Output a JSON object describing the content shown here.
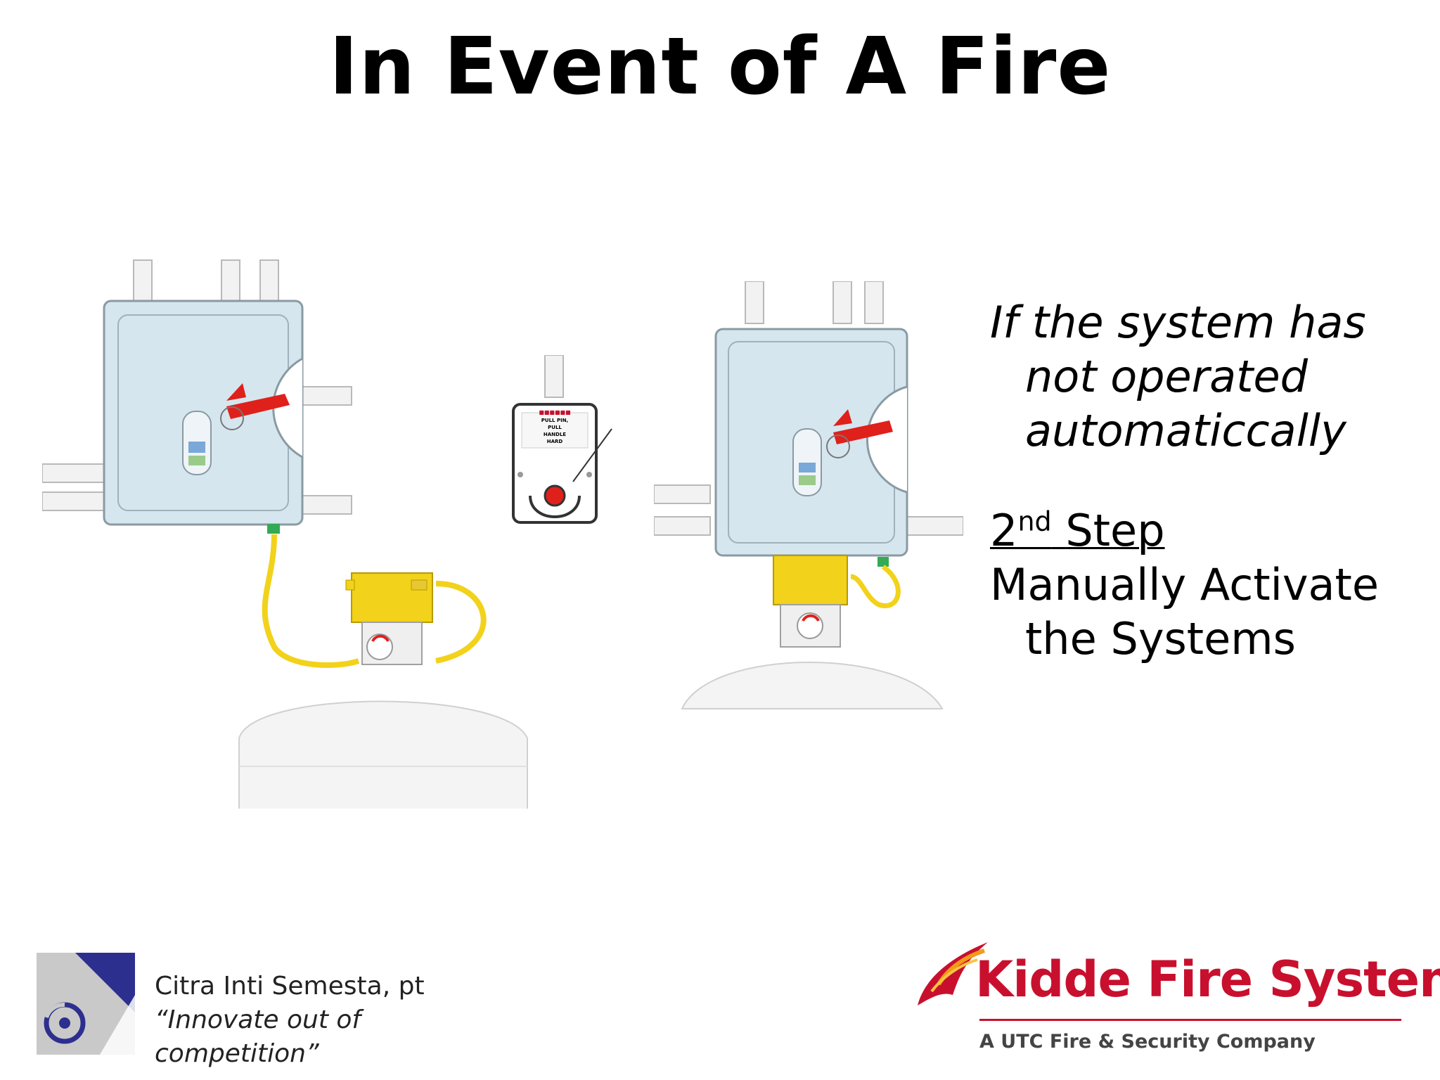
{
  "slide": {
    "title": "In Event of A Fire"
  },
  "instructions": {
    "condition_line1": "If the system has",
    "condition_line2": "not operated",
    "condition_line3": "automaticcally",
    "step_number": "2",
    "step_suffix": "nd",
    "step_word": "Step",
    "action_line1": "Manually Activate",
    "action_line2": "the Systems"
  },
  "pull_station": {
    "label_lines": [
      "PULL PIN,",
      "PULL",
      "HANDLE",
      "HARD"
    ]
  },
  "footer": {
    "company_name": "Citra Inti Semesta, pt",
    "tagline": "“Innovate out of competition”",
    "brand_name": "Kidde Fire Systems",
    "brand_subtitle": "A UTC Fire & Security Company"
  },
  "colors": {
    "brand_red": "#c8102e",
    "panel_blue": "#d6e6ee",
    "valve_yellow": "#f2d21a",
    "handle_red": "#e0201b"
  }
}
